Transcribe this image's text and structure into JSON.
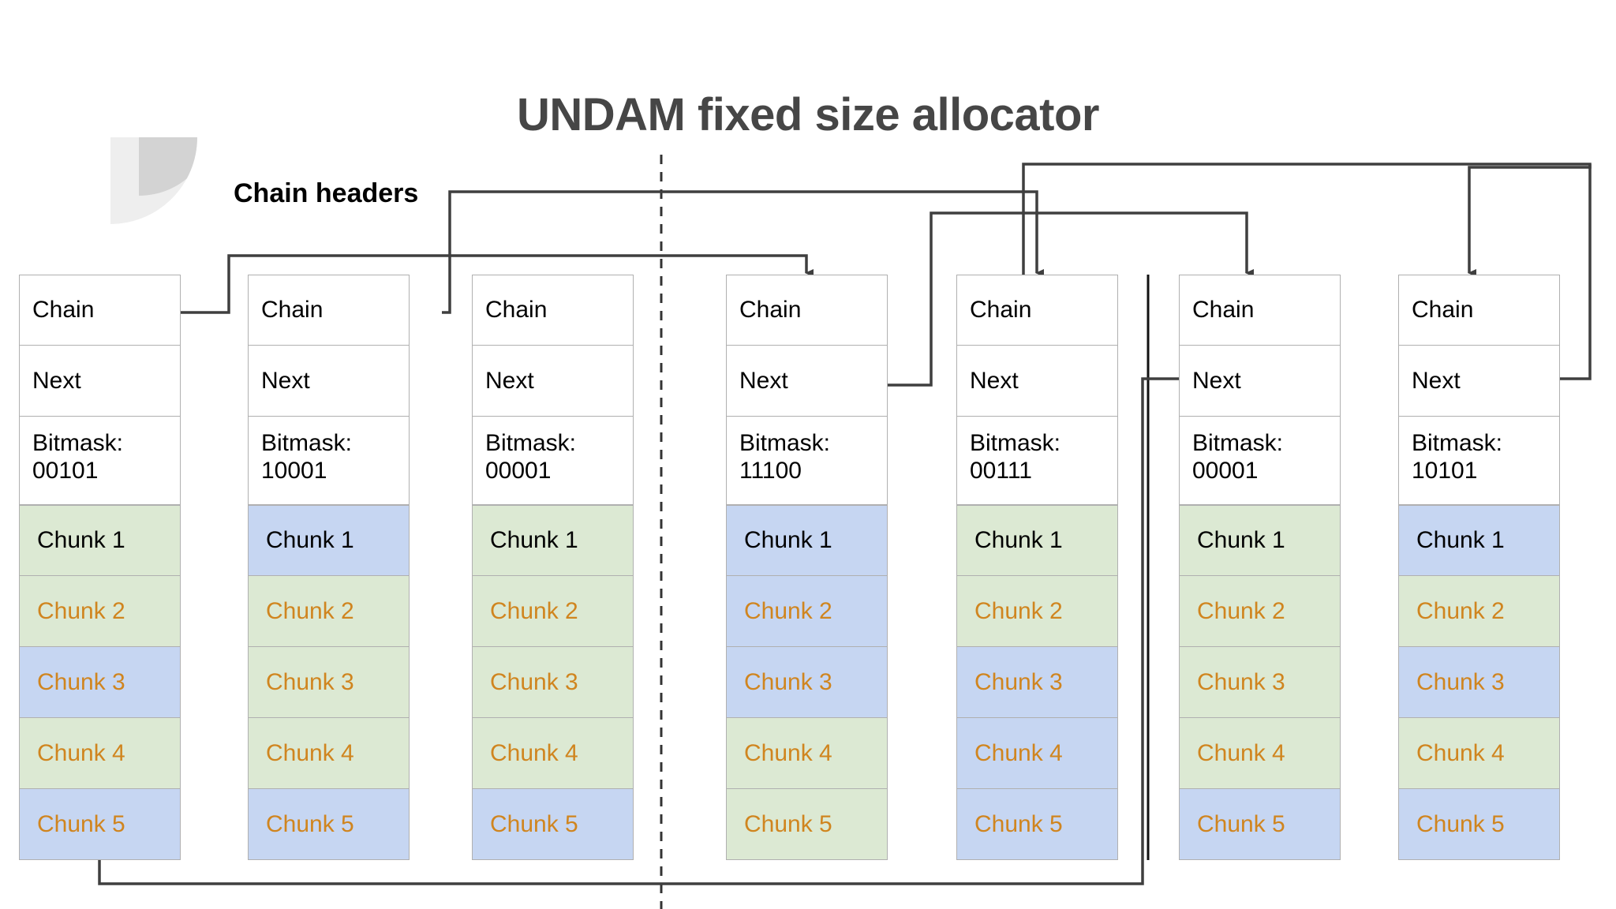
{
  "title": "UNDAM fixed size allocator",
  "labels": {
    "chain_headers": "Chain headers"
  },
  "row_labels": {
    "chain": "Chain",
    "next": "Next",
    "bitmask_prefix": "Bitmask:"
  },
  "colors": {
    "title": "#464646",
    "chunk_green": "#dce9d3",
    "chunk_blue": "#c6d6f2",
    "chunk_free_text": "#d0851f",
    "chunk_used_text": "#000000",
    "cell_border": "#b0b0b0",
    "connector": "#3f3f3f",
    "divider_dashed": "#333333"
  },
  "columns": [
    {
      "id": "col-1",
      "chain": "Chain",
      "next": "Next",
      "bitmask_label": "Bitmask:",
      "bitmask": "00101",
      "chunks": [
        {
          "label": "Chunk 1",
          "fill": "green",
          "state": "used"
        },
        {
          "label": "Chunk 2",
          "fill": "green",
          "state": "free"
        },
        {
          "label": "Chunk 3",
          "fill": "blue",
          "state": "free"
        },
        {
          "label": "Chunk 4",
          "fill": "green",
          "state": "free"
        },
        {
          "label": "Chunk 5",
          "fill": "blue",
          "state": "free"
        }
      ]
    },
    {
      "id": "col-2",
      "chain": "Chain",
      "next": "Next",
      "bitmask_label": "Bitmask:",
      "bitmask": "10001",
      "chunks": [
        {
          "label": "Chunk 1",
          "fill": "blue",
          "state": "used"
        },
        {
          "label": "Chunk 2",
          "fill": "green",
          "state": "free"
        },
        {
          "label": "Chunk 3",
          "fill": "green",
          "state": "free"
        },
        {
          "label": "Chunk 4",
          "fill": "green",
          "state": "free"
        },
        {
          "label": "Chunk 5",
          "fill": "blue",
          "state": "free"
        }
      ]
    },
    {
      "id": "col-3",
      "chain": "Chain",
      "next": "Next",
      "bitmask_label": "Bitmask:",
      "bitmask": "00001",
      "chunks": [
        {
          "label": "Chunk 1",
          "fill": "green",
          "state": "used"
        },
        {
          "label": "Chunk 2",
          "fill": "green",
          "state": "free"
        },
        {
          "label": "Chunk 3",
          "fill": "green",
          "state": "free"
        },
        {
          "label": "Chunk 4",
          "fill": "green",
          "state": "free"
        },
        {
          "label": "Chunk 5",
          "fill": "blue",
          "state": "free"
        }
      ]
    },
    {
      "id": "col-4",
      "chain": "Chain",
      "next": "Next",
      "bitmask_label": "Bitmask:",
      "bitmask": "11100",
      "chunks": [
        {
          "label": "Chunk 1",
          "fill": "blue",
          "state": "used"
        },
        {
          "label": "Chunk 2",
          "fill": "blue",
          "state": "free"
        },
        {
          "label": "Chunk 3",
          "fill": "blue",
          "state": "free"
        },
        {
          "label": "Chunk 4",
          "fill": "green",
          "state": "free"
        },
        {
          "label": "Chunk 5",
          "fill": "green",
          "state": "free"
        }
      ]
    },
    {
      "id": "col-5",
      "chain": "Chain",
      "next": "Next",
      "bitmask_label": "Bitmask:",
      "bitmask": "00111",
      "chunks": [
        {
          "label": "Chunk 1",
          "fill": "green",
          "state": "used"
        },
        {
          "label": "Chunk 2",
          "fill": "green",
          "state": "free"
        },
        {
          "label": "Chunk 3",
          "fill": "blue",
          "state": "free"
        },
        {
          "label": "Chunk 4",
          "fill": "blue",
          "state": "free"
        },
        {
          "label": "Chunk 5",
          "fill": "blue",
          "state": "free"
        }
      ]
    },
    {
      "id": "col-6",
      "chain": "Chain",
      "next": "Next",
      "bitmask_label": "Bitmask:",
      "bitmask": "00001",
      "chunks": [
        {
          "label": "Chunk 1",
          "fill": "green",
          "state": "used"
        },
        {
          "label": "Chunk 2",
          "fill": "green",
          "state": "free"
        },
        {
          "label": "Chunk 3",
          "fill": "green",
          "state": "free"
        },
        {
          "label": "Chunk 4",
          "fill": "green",
          "state": "free"
        },
        {
          "label": "Chunk 5",
          "fill": "blue",
          "state": "free"
        }
      ]
    },
    {
      "id": "col-7",
      "chain": "Chain",
      "next": "Next",
      "bitmask_label": "Bitmask:",
      "bitmask": "10101",
      "chunks": [
        {
          "label": "Chunk 1",
          "fill": "blue",
          "state": "used"
        },
        {
          "label": "Chunk 2",
          "fill": "green",
          "state": "free"
        },
        {
          "label": "Chunk 3",
          "fill": "blue",
          "state": "free"
        },
        {
          "label": "Chunk 4",
          "fill": "green",
          "state": "free"
        },
        {
          "label": "Chunk 5",
          "fill": "blue",
          "state": "free"
        }
      ]
    }
  ]
}
